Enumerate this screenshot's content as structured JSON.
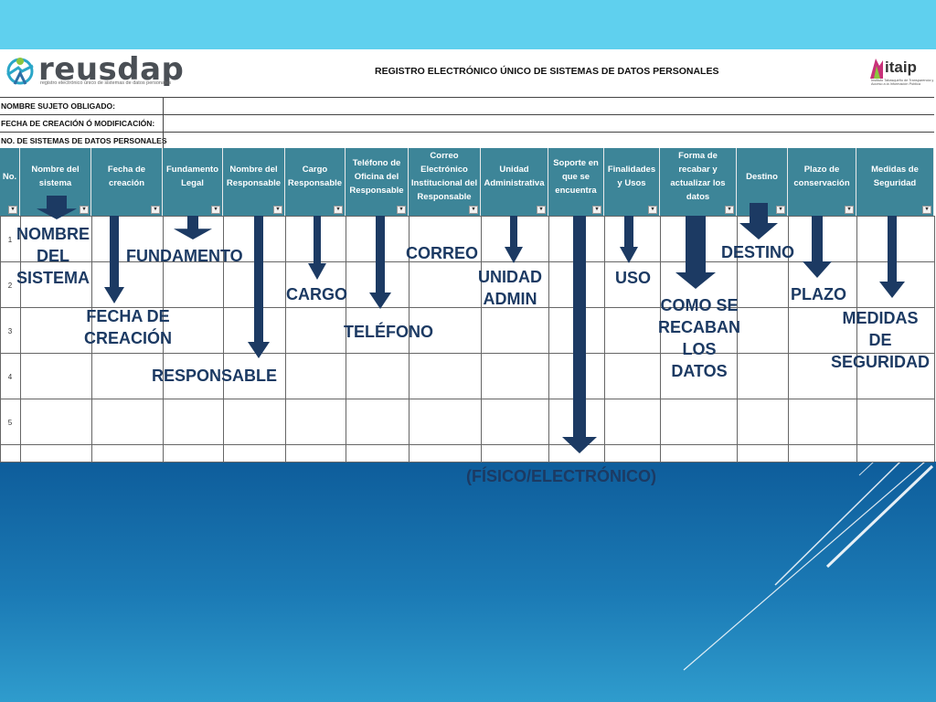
{
  "brand": {
    "logo_text": "reusdap",
    "logo_subtitle": "registro electrónico único de sistemas de datos personales",
    "title": "REGISTRO ELECTRÓNICO ÚNICO DE SISTEMAS DE DATOS PERSONALES",
    "partner_logo": "itaip",
    "partner_subtitle": "Instituto Tabasqueño de Transparencia y Acceso a la Información Pública"
  },
  "info_rows": [
    "NOMBRE SUJETO OBLIGADO:",
    "FECHA DE CREACIÓN Ó MODIFICACIÓN:",
    "NO.  DE SISTEMAS DE DATOS PERSONALES"
  ],
  "columns": [
    "No.",
    "Nombre del sistema",
    "Fecha de creación",
    "Fundamento Legal",
    "Nombre del Responsable",
    "Cargo Responsable",
    "Teléfono de Oficina del Responsable",
    "Correo Electrónico Institucional del Responsable",
    "Unidad Administrativa",
    "Soporte en que se encuentra",
    "Finalidades y Usos",
    "Forma de recabar y actualizar los datos",
    "Destino",
    "Plazo de conservación",
    "Medidas de Seguridad"
  ],
  "row_numbers": [
    "1",
    "2",
    "3",
    "4",
    "5"
  ],
  "annotations": {
    "nombre": "NOMBRE\nDEL\nSISTEMA",
    "fecha": "FECHA DE\nCREACIÓN",
    "fundamento": "FUNDAMENTO",
    "responsable": "RESPONSABLE",
    "cargo": "CARGO",
    "telefono": "TELÉFONO",
    "correo": "CORREO",
    "unidad": "UNIDAD\nADMIN",
    "soporte": "(FÍSICO/ELECTRÓNICO)",
    "uso": "USO",
    "forma": "COMO SE\nRECABAN\nLOS\nDATOS",
    "destino": "DESTINO",
    "plazo": "PLAZO",
    "medidas": "MEDIDAS\nDE\nSEGURIDAD"
  },
  "colors": {
    "header_fill": "#3d8598",
    "annotation": "#1c3a63",
    "top_band": "#5fd0ee"
  },
  "icons": [
    "filter-dropdown-icon",
    "down-arrow-icon"
  ]
}
